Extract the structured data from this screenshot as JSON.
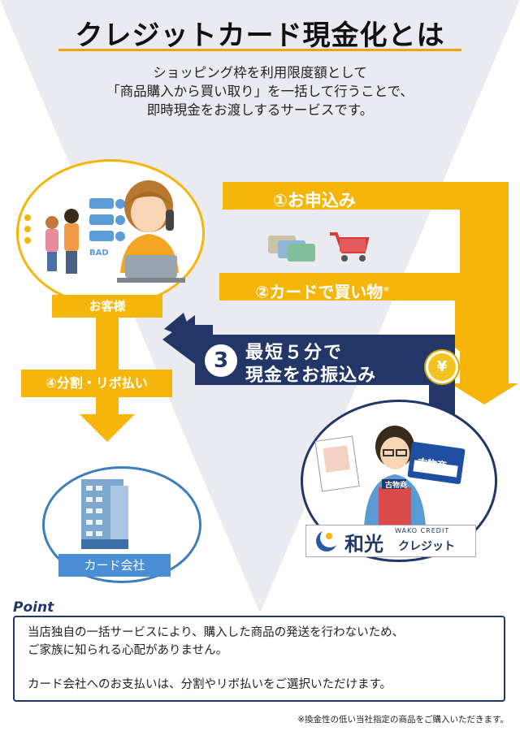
{
  "title": "クレジットカード現金化とは",
  "lead": [
    "ショッピング枠を利用限度額として",
    "「商品購入から買い取り」を一括して行うことで、",
    "即時現金をお渡しするサービスです。"
  ],
  "nodes": {
    "customer": "お客様",
    "card_company": "カード会社"
  },
  "steps": {
    "step1": "①お申込み",
    "step2": "②カードで買い物",
    "step2_mark": "※",
    "step3_number": "3",
    "step3_line1": "最短５分で",
    "step3_line2": "現金をお振込み",
    "step4": "④分割・リボ払い"
  },
  "illustrations": {
    "bad_tag": "BAD",
    "badge_text": "古物商",
    "apron_text": "古物商",
    "yen_symbol": "¥"
  },
  "brand": {
    "kanji": "和光",
    "english": "WAKO CREDIT",
    "kana": "クレジット"
  },
  "point": {
    "heading": "Point",
    "line1": "当店独自の一括サービスにより、購入した商品の発送を行わないため、",
    "line2": "ご家族に知られる心配がありません。",
    "line3": "カード会社へのお支払いは、分割やリボ払いをご選択いただけます。"
  },
  "footnote": "※換金性の低い当社指定の商品をご購入いただきます。",
  "colors": {
    "orange": "#f5b50a",
    "navy": "#223767",
    "blue": "#3b7dbe",
    "funnel": "#e9ebf0"
  }
}
